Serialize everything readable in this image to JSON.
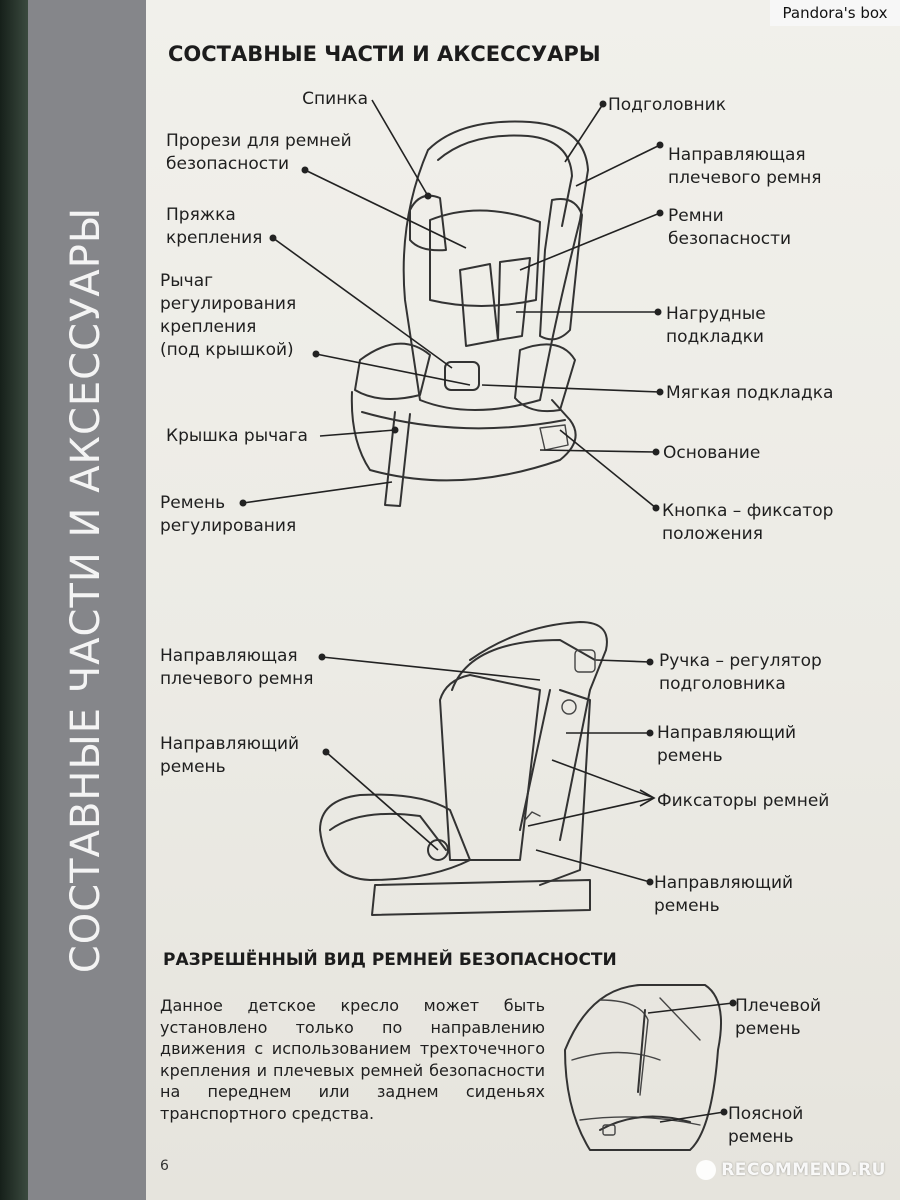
{
  "page": {
    "title": "СОСТАВНЫЕ ЧАСТИ И АКСЕССУАРЫ",
    "sidebar_text": "СОСТАВНЫЕ ЧАСТИ И АКСЕССУАРЫ",
    "page_number": "6"
  },
  "diagram_front": {
    "left_labels": [
      "Спинка",
      "Прорези для ремней\nбезопасности",
      "Пряжка\nкрепления",
      "Рычаг\nрегулирования\nкрепления\n(под крышкой)",
      "Крышка рычага",
      "Ремень\nрегулирования"
    ],
    "right_labels": [
      "Подголовник",
      "Направляющая\nплечевого ремня",
      "Ремни\nбезопасности",
      "Нагрудные\nподкладки",
      "Мягкая подкладка",
      "Основание",
      "Кнопка – фиксатор\nположения"
    ]
  },
  "diagram_side": {
    "left_labels": [
      "Направляющая\nплечевого ремня",
      "Направляющий\nремень"
    ],
    "right_labels": [
      "Ручка – регулятор\nподголовника",
      "Направляющий\nремень",
      "Фиксаторы ремней",
      "Направляющий\nремень"
    ]
  },
  "belt_section": {
    "title": "РАЗРЕШЁННЫЙ ВИД РЕМНЕЙ БЕЗОПАСНОСТИ",
    "text": "Данное детское кресло может быть установлено только по направлению движения с использованием трехточечного крепления и плечевых ремней безопасности на переднем или заднем сиденьях транспортного средства.",
    "labels": [
      "Плечевой\nремень",
      "Поясной\nремень"
    ]
  },
  "watermarks": {
    "top": "Pandora's box",
    "bottom": "RECOMMEND.RU"
  },
  "colors": {
    "sidebar": "#85868a",
    "paper": "#efeee9",
    "ink": "#333333"
  }
}
